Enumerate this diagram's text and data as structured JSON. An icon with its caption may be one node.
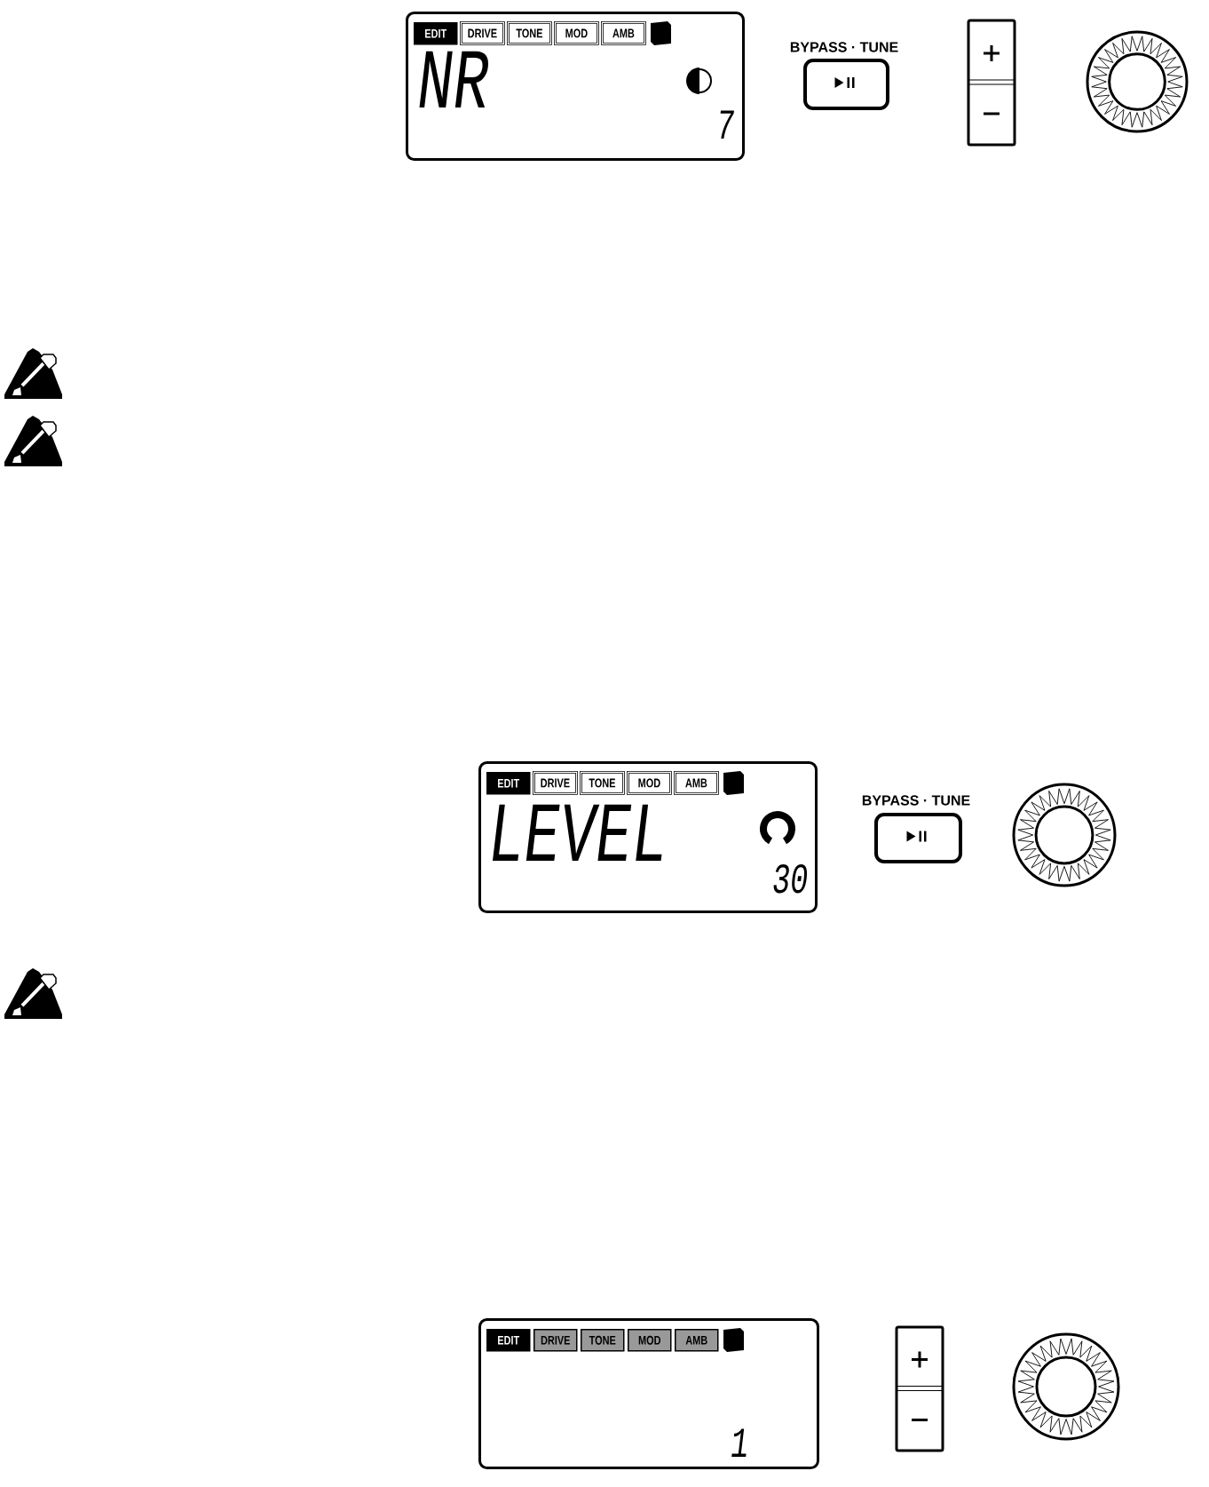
{
  "diagram": {
    "nodes": [
      {
        "text": [
          "NR",
          "7"
        ]
      },
      {
        "text": [
          "EDIT"
        ],
        "in": 0
      },
      {
        "text": [
          "DRIVE"
        ],
        "in": 0
      },
      {
        "text": [
          "TONE"
        ],
        "in": 0
      },
      {
        "text": [
          "MOD"
        ],
        "in": 0
      },
      {
        "text": [
          "AMB"
        ],
        "in": 0
      },
      {
        "text": [
          "BYPASS · TUNE"
        ]
      },
      {
        "text": [
          "LEVEL",
          "30"
        ]
      },
      {
        "text": [
          "EDIT"
        ],
        "in": 7
      },
      {
        "text": [
          "DRIVE"
        ],
        "in": 7
      },
      {
        "text": [
          "TONE"
        ],
        "in": 7
      },
      {
        "text": [
          "MOD"
        ],
        "in": 7
      },
      {
        "text": [
          "AMB"
        ],
        "in": 7
      },
      {
        "text": [
          "BYPASS · TUNE"
        ]
      },
      {
        "text": [
          "1"
        ]
      },
      {
        "text": [
          "EDIT"
        ],
        "in": 14
      },
      {
        "text": [
          "DRIVE"
        ],
        "in": 14
      },
      {
        "text": [
          "TONE"
        ],
        "in": 14
      },
      {
        "text": [
          "MOD"
        ],
        "in": 14
      },
      {
        "text": [
          "AMB"
        ],
        "in": 14
      }
    ]
  }
}
